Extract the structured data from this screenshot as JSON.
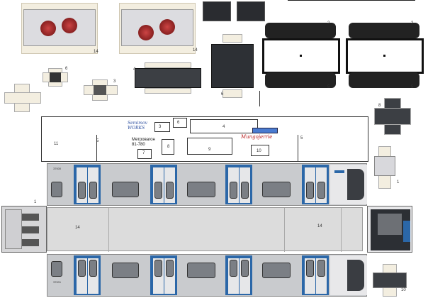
{
  "labels": {
    "n1": "1",
    "n2": "2",
    "n3": "3",
    "n4": "4",
    "n5": "5",
    "n6": "6",
    "n7": "7",
    "n8": "8",
    "n9": "9",
    "n10": "10",
    "n11": "11",
    "n14": "14"
  },
  "brand": {
    "studio": "Semimov WORKS",
    "title_ru": "Метровагон",
    "model": "81-780",
    "signature": "Mungojerrie"
  },
  "car_numbers": {
    "top": "37000",
    "bottom": "37001"
  },
  "colors": {
    "body": "#c9cbce",
    "floor": "#dcdcdc",
    "door": "#2b67a8",
    "window": "#7b7f85",
    "roof_dark": "#3c3f44",
    "wheel_red": "#8b1c1c",
    "flap": "#f3eee0"
  }
}
